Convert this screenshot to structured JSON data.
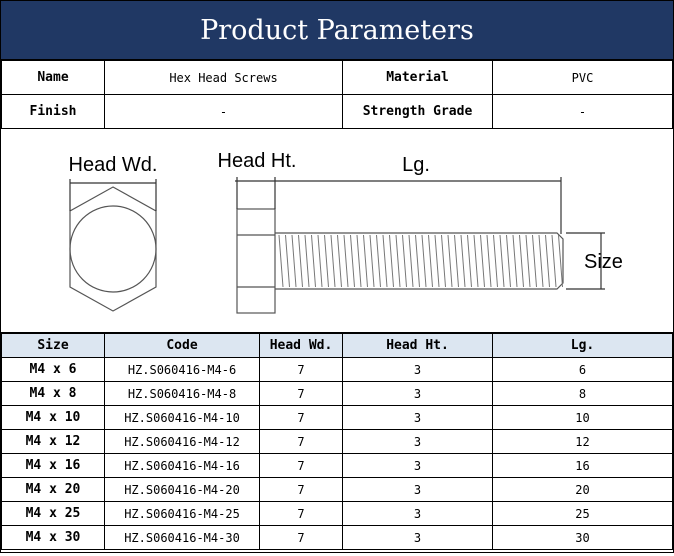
{
  "title": "Product Parameters",
  "info": {
    "name_label": "Name",
    "name_value": "Hex Head Screws",
    "material_label": "Material",
    "material_value": "PVC",
    "finish_label": "Finish",
    "finish_value": "-",
    "grade_label": "Strength Grade",
    "grade_value": "-"
  },
  "diagram": {
    "head_wd": "Head Wd.",
    "head_ht": "Head Ht.",
    "lg": "Lg.",
    "size": "Size"
  },
  "table": {
    "headers": [
      "Size",
      "Code",
      "Head Wd.",
      "Head Ht.",
      "Lg."
    ],
    "rows": [
      [
        "M4 x 6",
        "HZ.S060416-M4-6",
        "7",
        "3",
        "6"
      ],
      [
        "M4 x 8",
        "HZ.S060416-M4-8",
        "7",
        "3",
        "8"
      ],
      [
        "M4 x 10",
        "HZ.S060416-M4-10",
        "7",
        "3",
        "10"
      ],
      [
        "M4 x 12",
        "HZ.S060416-M4-12",
        "7",
        "3",
        "12"
      ],
      [
        "M4 x 16",
        "HZ.S060416-M4-16",
        "7",
        "3",
        "16"
      ],
      [
        "M4 x 20",
        "HZ.S060416-M4-20",
        "7",
        "3",
        "20"
      ],
      [
        "M4 x 25",
        "HZ.S060416-M4-25",
        "7",
        "3",
        "25"
      ],
      [
        "M4 x 30",
        "HZ.S060416-M4-30",
        "7",
        "3",
        "30"
      ]
    ]
  }
}
